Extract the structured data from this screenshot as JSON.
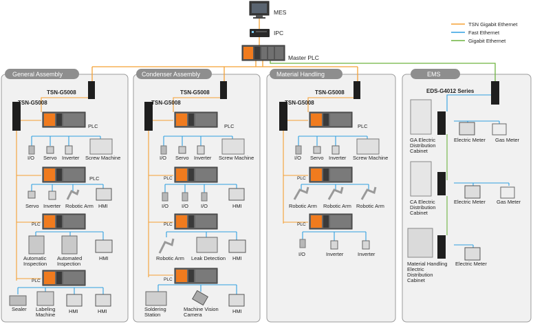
{
  "colors": {
    "tsn": "#F5A033",
    "fast": "#2E9FE0",
    "gigabit": "#6DB33F",
    "panel_bg": "#F1F1F1",
    "panel_border": "#9A9A9A",
    "header_bg": "#8E8E8E",
    "plc_orange": "#F07B1E",
    "device_dark": "#2B2B2B"
  },
  "top": {
    "mes": "MES",
    "ipc": "IPC",
    "master_plc": "Master PLC"
  },
  "legend": {
    "tsn": "TSN Gigabit Ethernet",
    "fast": "Fast Ethernet",
    "gigabit": "Gigabit Ethernet"
  },
  "panels": {
    "general": {
      "title": "General Assembly",
      "switch_upper": "TSN-G5008",
      "switch_lower": "TSN-G5008",
      "plc1": "PLC",
      "row1": [
        "I/O",
        "Servo",
        "Inverter",
        "Screw Machine"
      ],
      "plc2": "PLC",
      "row2": [
        "Servo",
        "Inverter",
        "Robotic Arm",
        "HMI"
      ],
      "plc3": "PLC",
      "row3": [
        "Automatic Inspection",
        "Automated Inspection",
        "HMI"
      ],
      "plc4": "PLC",
      "row4": [
        "Sealer",
        "Labeling Machine",
        "HMI",
        "HMI"
      ]
    },
    "condenser": {
      "title": "Condenser Assembly",
      "switch_upper": "TSN-G5008",
      "switch_lower": "TSN-G5008",
      "plc1": "PLC",
      "row1": [
        "I/O",
        "Servo",
        "Inverter",
        "Screw Machine"
      ],
      "plc2": "PLC",
      "row2": [
        "I/O",
        "I/O",
        "I/O",
        "HMI"
      ],
      "plc3": "PLC",
      "row3": [
        "Robotic Arm",
        "Leak Detection",
        "HMI"
      ],
      "plc4": "PLC",
      "row4": [
        "Soldering Station",
        "Machine Vision Camera",
        "HMI"
      ]
    },
    "material": {
      "title": "Material Handling",
      "switch_upper": "TSN-G5008",
      "switch_lower": "TSN-G5008",
      "plc1": "PLC",
      "row1": [
        "I/O",
        "Servo",
        "Inverter",
        "Screw Machine"
      ],
      "plc2": "PLC",
      "row2": [
        "Robotic Arm",
        "Robotic Arm",
        "Robotic Arm"
      ],
      "plc3": "PLC",
      "row3": [
        "I/O",
        "Inverter",
        "Inverter"
      ]
    },
    "ems": {
      "title": "EMS",
      "switch": "EDS-G4012 Series",
      "row1": [
        "GA Electric Distribution Cabinet",
        "Electric Meter",
        "Gas Meter"
      ],
      "row2": [
        "CA Electric Distribution Cabinet",
        "Electric Meter",
        "Gas Meter"
      ],
      "row3": [
        "Material Handling Electric Distribution Cabinet",
        "Electric Meter"
      ]
    }
  }
}
